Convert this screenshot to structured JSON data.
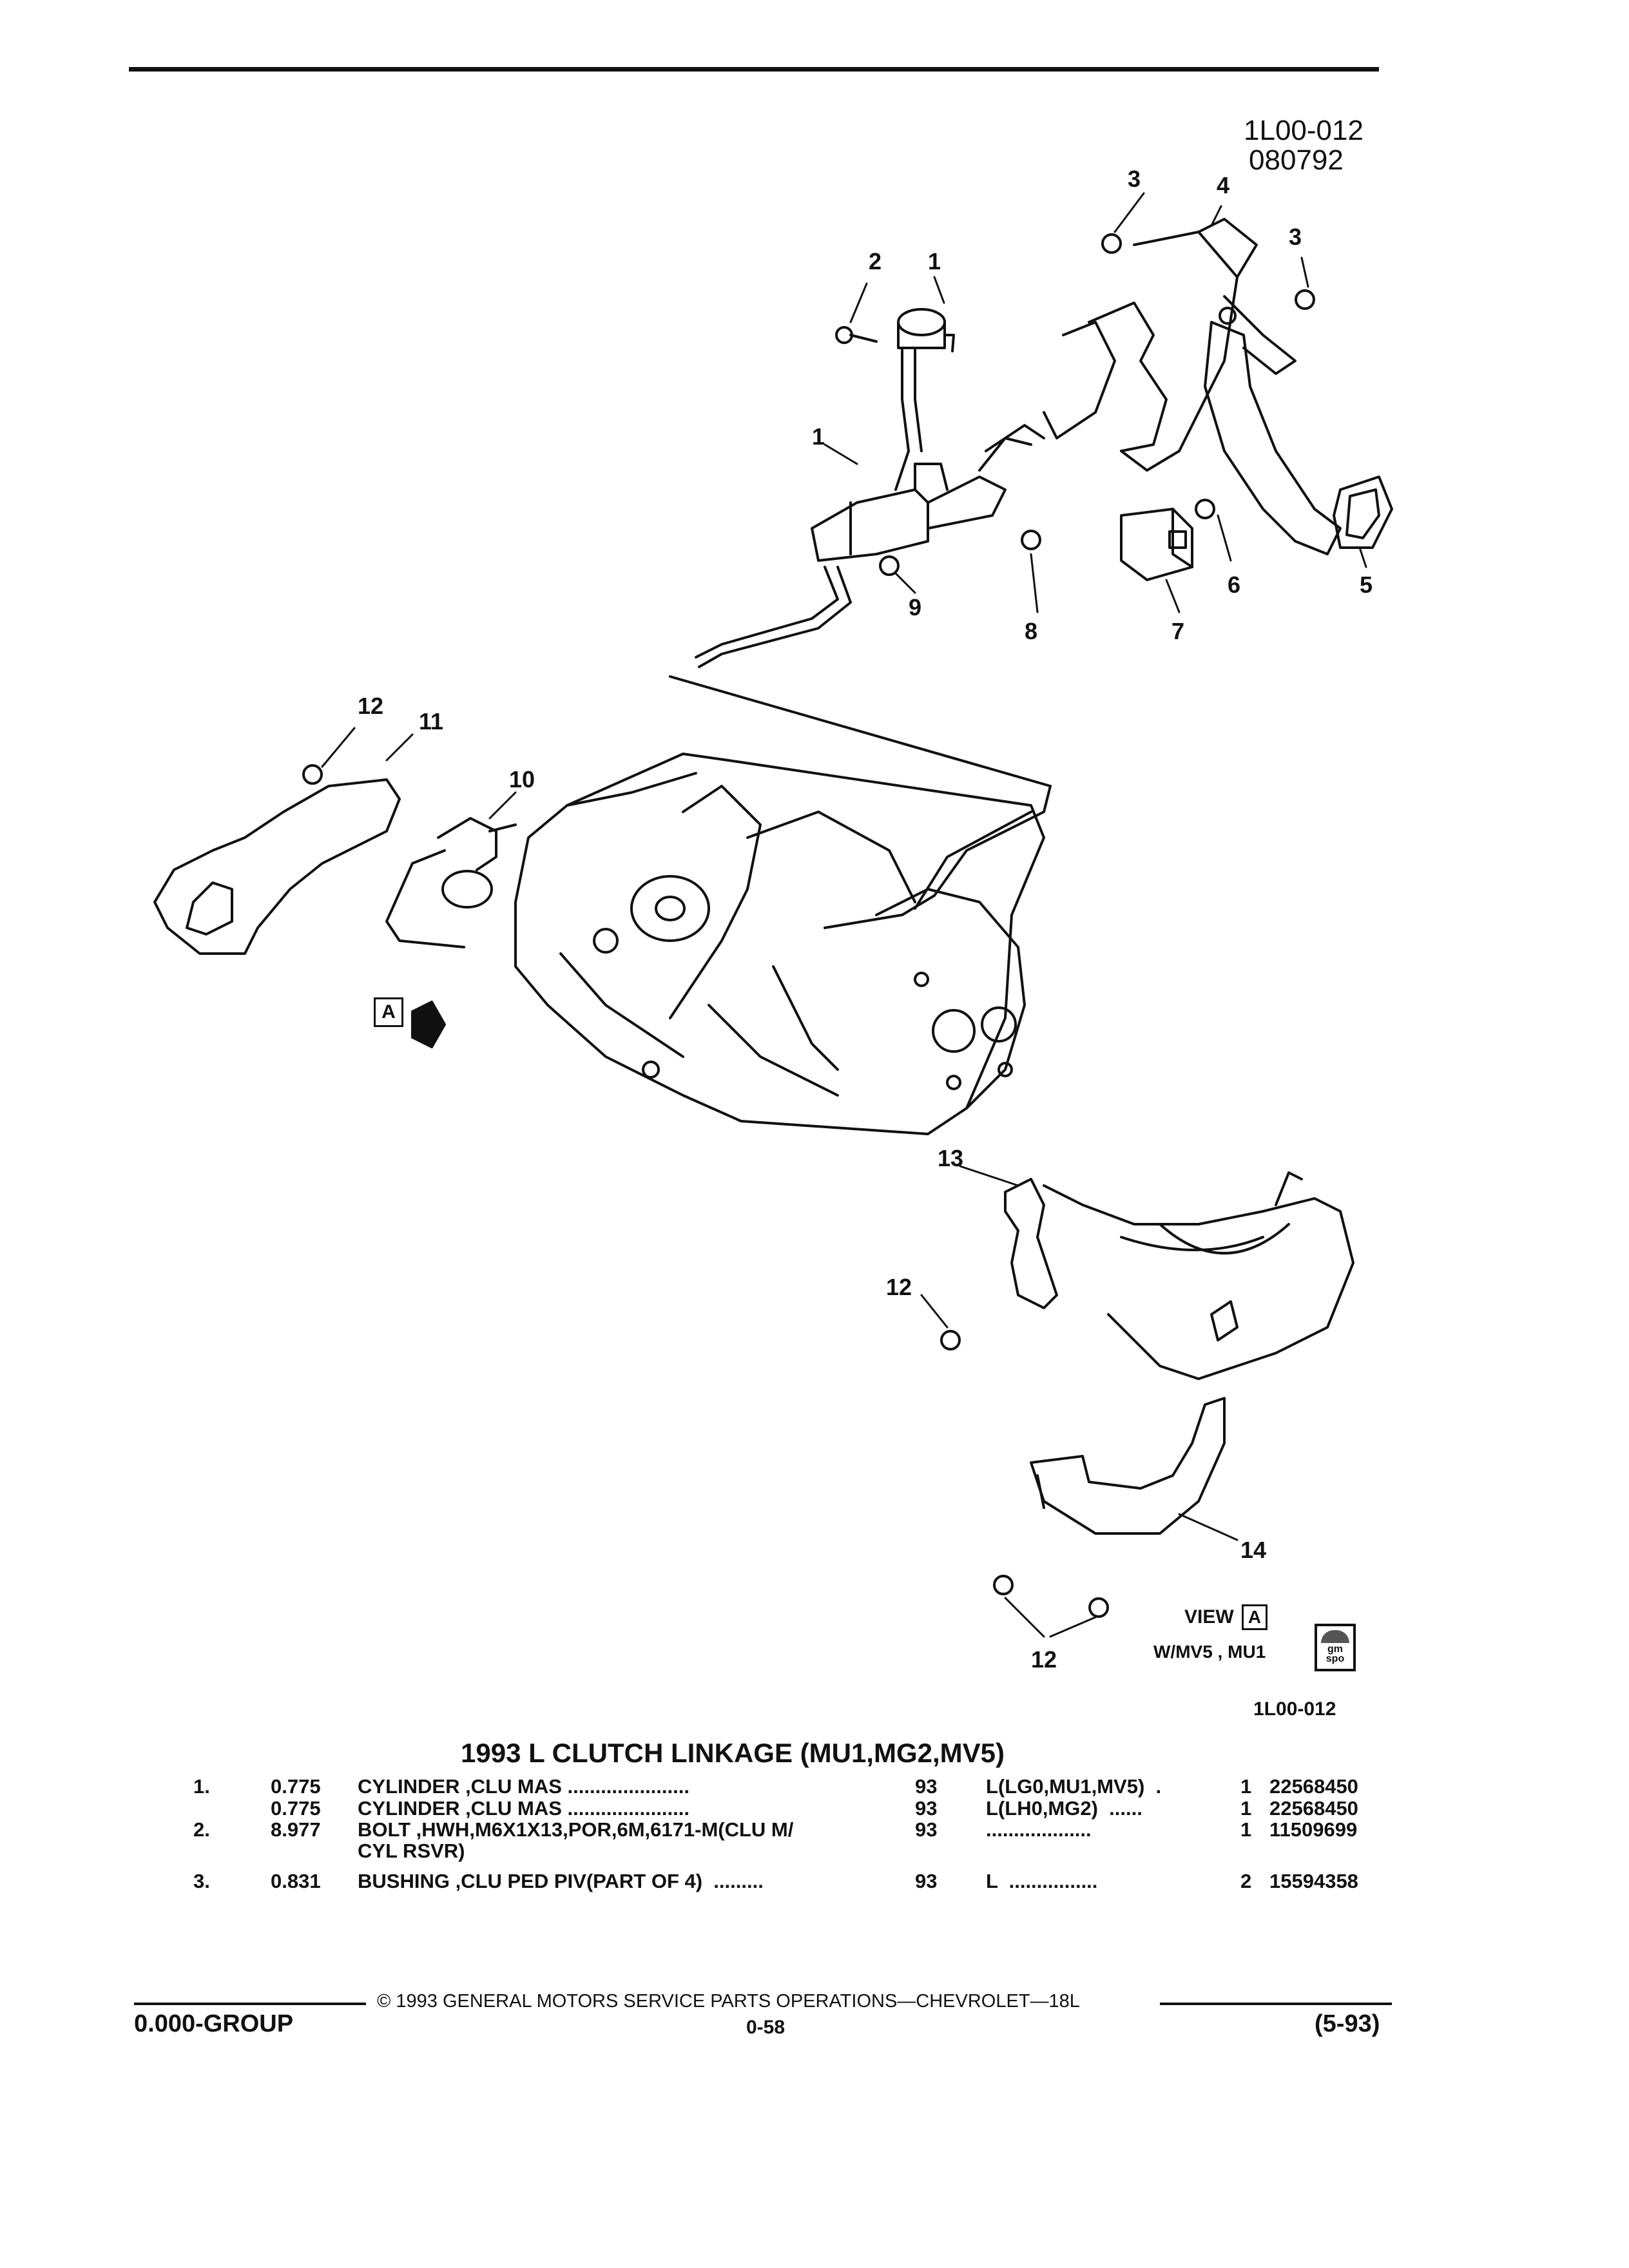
{
  "figure": {
    "id_top": "1L00-012",
    "date": "080792",
    "id_bottom": "1L00-012",
    "view_label": "VIEW",
    "view_letter": "A",
    "view_note": "W/MV5 , MU1",
    "arrow_label": "A",
    "logo_text": "gm spo",
    "callouts": {
      "c1a": "1",
      "c1b": "1",
      "c2": "2",
      "c3a": "3",
      "c3b": "3",
      "c4": "4",
      "c5": "5",
      "c6": "6",
      "c7": "7",
      "c8": "8",
      "c9": "9",
      "c10": "10",
      "c11": "11",
      "c12a": "12",
      "c12b": "12",
      "c12c": "12",
      "c13": "13",
      "c14": "14"
    }
  },
  "parts_list": {
    "title": "1993 L CLUTCH LINKAGE (MU1,MG2,MV5)",
    "rows": [
      {
        "item": "1.",
        "weight": "0.775",
        "desc": "CYLINDER ,CLU MAS ......................",
        "year": "93",
        "application": "L(LG0,MU1,MV5)  .",
        "qty": "1",
        "part_no": "22568450"
      },
      {
        "item": "",
        "weight": "0.775",
        "desc": "CYLINDER ,CLU MAS ......................",
        "year": "93",
        "application": "L(LH0,MG2)  ......",
        "qty": "1",
        "part_no": "22568450"
      },
      {
        "item": "2.",
        "weight": "8.977",
        "desc": "BOLT ,HWH,M6X1X13,POR,6M,6171-M(CLU M/",
        "year": "93",
        "application": "...................",
        "qty": "1",
        "part_no": "11509699"
      },
      {
        "item": "",
        "weight": "",
        "desc": "CYL RSVR)",
        "year": "",
        "application": "",
        "qty": "",
        "part_no": ""
      },
      {
        "item": "3.",
        "weight": "0.831",
        "desc": "BUSHING ,CLU PED PIV(PART OF 4)  .........",
        "year": "93",
        "application": "L  ................",
        "qty": "2",
        "part_no": "15594358"
      }
    ]
  },
  "footer": {
    "copyright": "© 1993 GENERAL MOTORS SERVICE PARTS OPERATIONS—CHEVROLET—18L",
    "group": "0.000-GROUP",
    "page": "0-58",
    "revision": "(5-93)"
  }
}
